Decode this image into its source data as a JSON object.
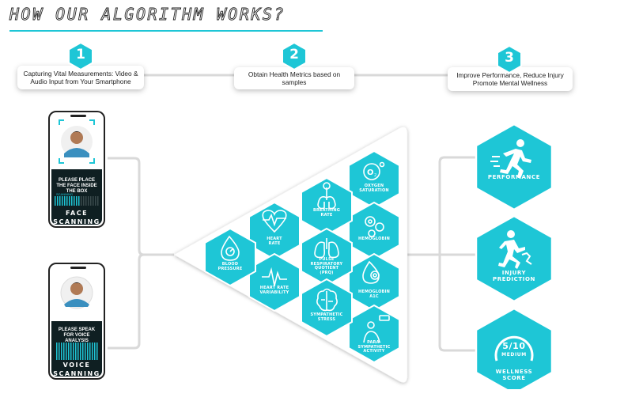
{
  "title": "HOW OUR ALGORITHM WORKS?",
  "colors": {
    "accent": "#1ec6d6",
    "dark": "#0f1f22",
    "connector": "#d9d9d9"
  },
  "steps": [
    {
      "number": "1",
      "text": "Capturing Vital Measurements: Video & Audio Input from Your Smartphone"
    },
    {
      "number": "2",
      "text": "Obtain Health Metrics based on samples"
    },
    {
      "number": "3",
      "text": "Improve Performance, Reduce Injury Promote Mental Wellness"
    }
  ],
  "phones": {
    "face": {
      "instruction": "PLEASE PLACE THE FACE INSIDE THE BOX",
      "scanning_small": "SCANNING",
      "label_line1": "FACE",
      "label_line2": "SCANNING",
      "avatar_icon": "person-photo-icon"
    },
    "voice": {
      "instruction": "PLEASE SPEAK FOR VOICE ANALYSIS",
      "label_line1": "VOICE",
      "label_line2": "SCANNING",
      "avatar_icon": "person-photo-icon"
    }
  },
  "metrics": [
    {
      "label": "OXYGEN SATURATION",
      "icon": "o2-icon"
    },
    {
      "label": "BREATHING RATE",
      "icon": "lungs-airway-icon"
    },
    {
      "label": "HEMOGLOBIN",
      "icon": "blood-cells-icon"
    },
    {
      "label": "HEART RATE",
      "icon": "heart-pulse-icon"
    },
    {
      "label": "PULSE RESPIRATORY QUOTIENT (PRQ)",
      "icon": "lungs-icon"
    },
    {
      "label": "HEMOGLOBIN A1C",
      "icon": "blood-drop-cells-icon"
    },
    {
      "label": "BLOOD PRESSURE",
      "icon": "pressure-gauge-drop-icon"
    },
    {
      "label": "HEART RATE VARIABILITY",
      "icon": "heartbeat-line-icon"
    },
    {
      "label": "SYMPATHETIC STRESS",
      "icon": "brain-icon"
    },
    {
      "label": "PARA-SYMPATHETIC ACTIVITY",
      "icon": "relaxed-person-battery-icon"
    }
  ],
  "outcomes": [
    {
      "label": "PERFORMANCE",
      "icon": "running-person-icon"
    },
    {
      "label": "INJURY PREDICTION",
      "icon": "injured-runner-icon"
    },
    {
      "label": "WELLNESS SCORE",
      "icon": "score-gauge-icon",
      "score": "5/10",
      "level": "MEDIUM"
    }
  ]
}
